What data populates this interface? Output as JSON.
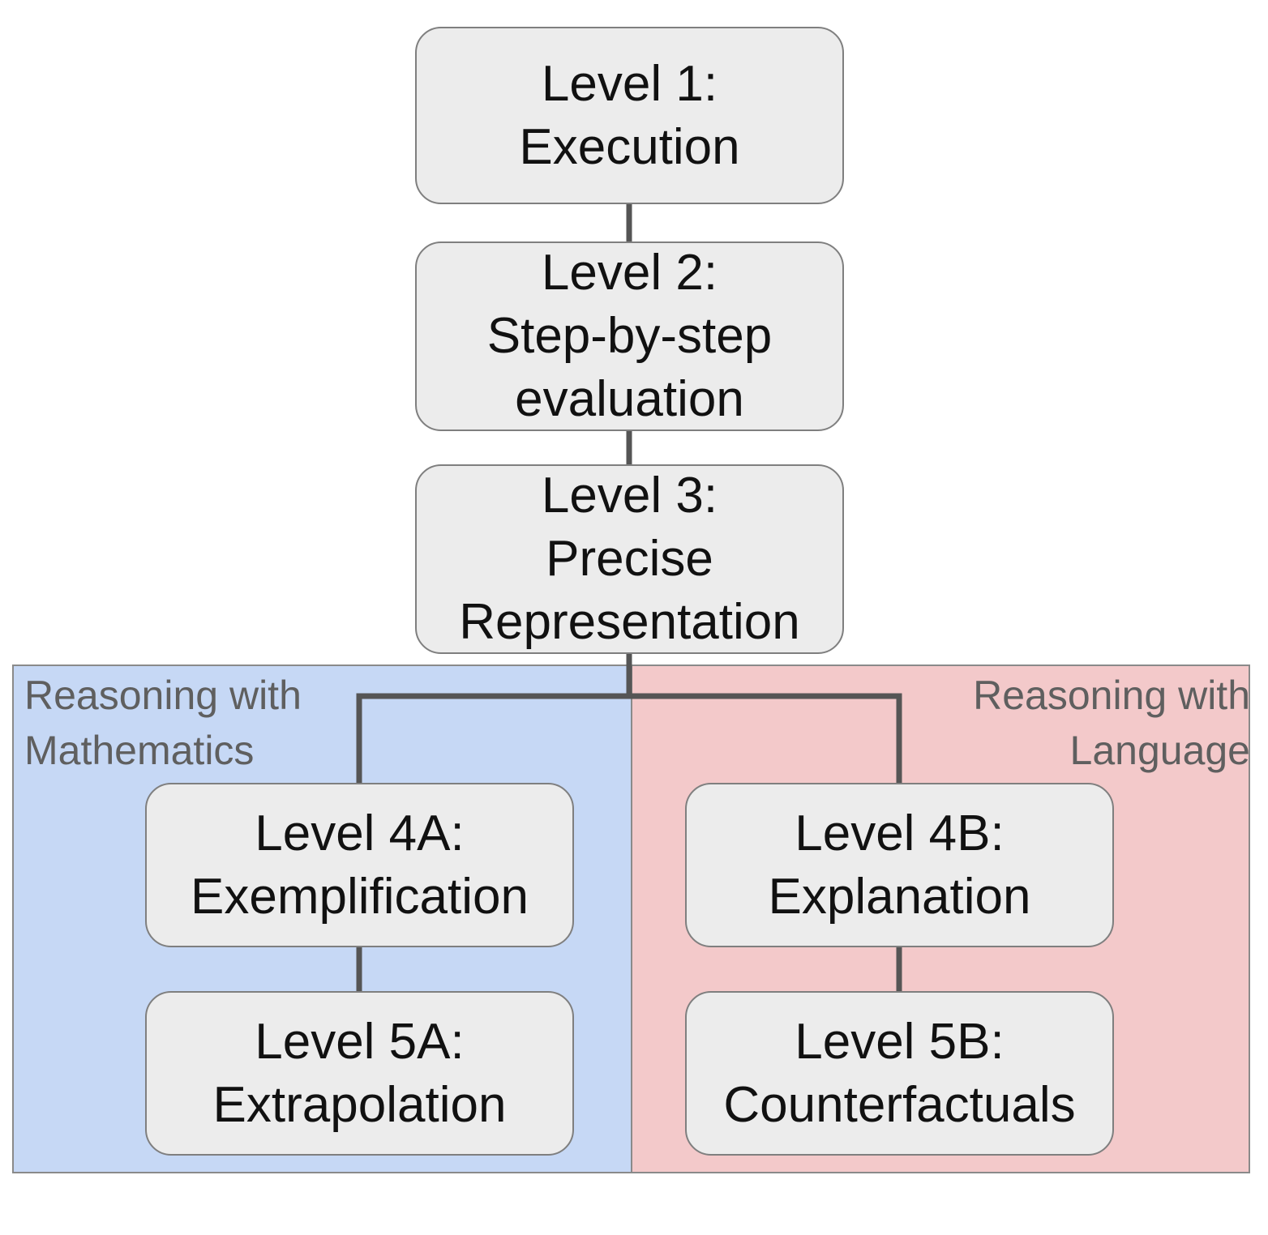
{
  "regions": {
    "math": {
      "line1": "Reasoning with",
      "line2": "Mathematics",
      "color": "#c6d8f5"
    },
    "language": {
      "line1": "Reasoning with",
      "line2": "Language",
      "color": "#f3c9ca"
    }
  },
  "nodes": {
    "level1": {
      "line1": "Level 1:",
      "line2": "Execution"
    },
    "level2": {
      "line1": "Level 2:",
      "line2": "Step-by-step",
      "line3": "evaluation"
    },
    "level3": {
      "line1": "Level 3:",
      "line2": "Precise",
      "line3": "Representation"
    },
    "level4a": {
      "line1": "Level 4A:",
      "line2": "Exemplification"
    },
    "level5a": {
      "line1": "Level 5A:",
      "line2": "Extrapolation"
    },
    "level4b": {
      "line1": "Level 4B:",
      "line2": "Explanation"
    },
    "level5b": {
      "line1": "Level 5B:",
      "line2": "Counterfactuals"
    }
  },
  "colors": {
    "node_fill": "#ececec",
    "node_border": "#7f7f7f",
    "connector": "#555555"
  }
}
